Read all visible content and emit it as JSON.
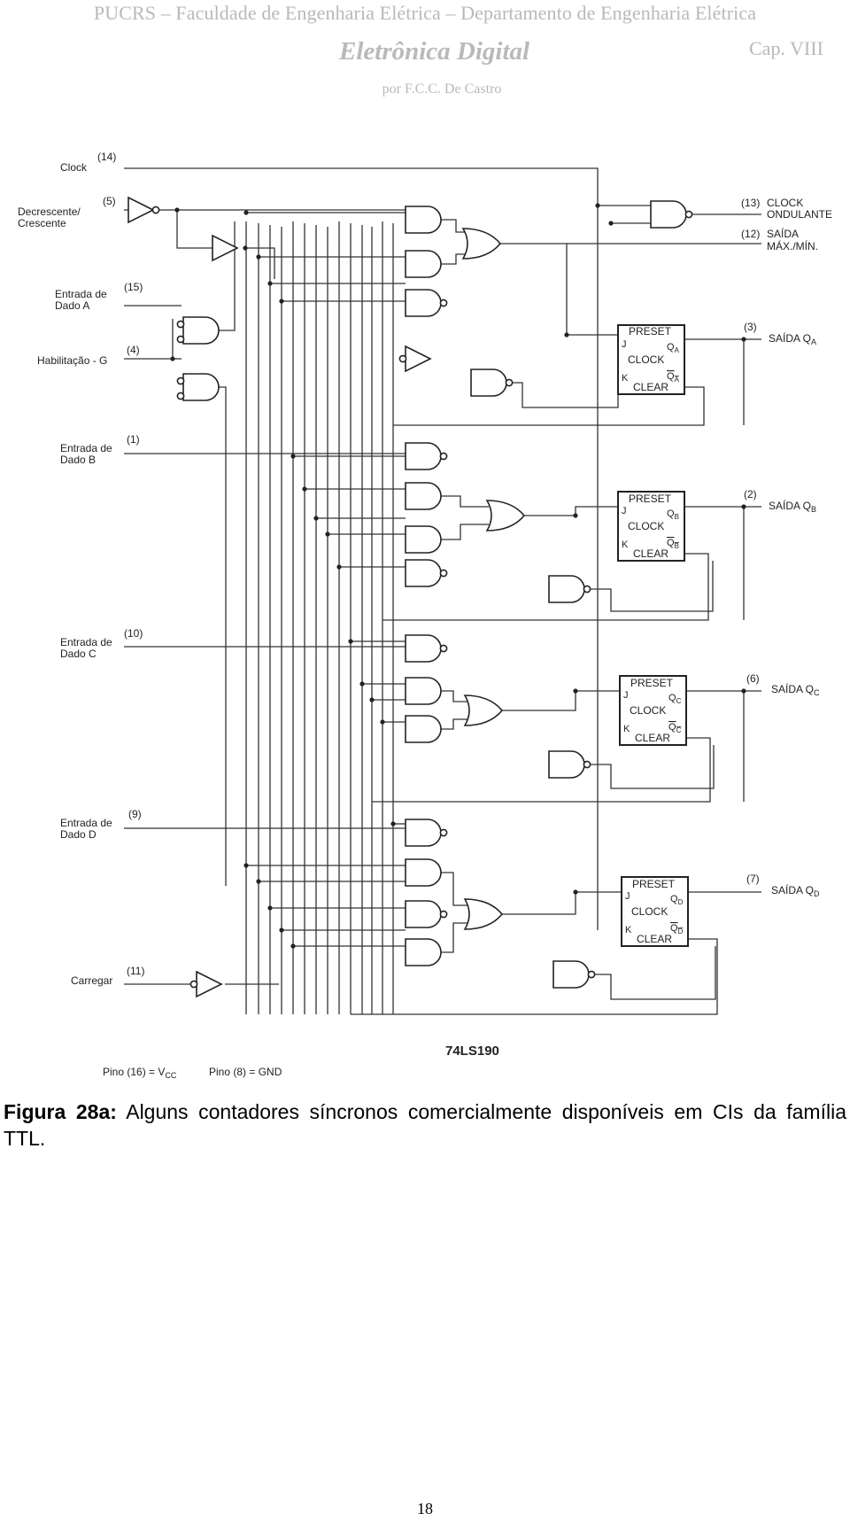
{
  "header": {
    "institution": "PUCRS – Faculdade de Engenharia Elétrica – Departamento de Engenharia Elétrica",
    "course": "Eletrônica Digital",
    "chapter": "Cap. VIII",
    "author": "por F.C.C. De Castro"
  },
  "schematic": {
    "chip": "74LS190",
    "power": {
      "vcc_label": "Pino (16) = V",
      "vcc_sub": "CC",
      "gnd_label": "Pino (8) = GND"
    },
    "inputs": {
      "clock": {
        "name": "Clock",
        "pin": "(14)"
      },
      "updown": {
        "name1": "Decrescente/",
        "name2": "Crescente",
        "pin": "(5)"
      },
      "data_a": {
        "name1": "Entrada de",
        "name2": "Dado A",
        "pin": "(15)"
      },
      "enable": {
        "name": "Habilitação - G",
        "pin": "(4)"
      },
      "data_b": {
        "name1": "Entrada de",
        "name2": "Dado B",
        "pin": "(1)"
      },
      "data_c": {
        "name1": "Entrada de",
        "name2": "Dado C",
        "pin": "(10)"
      },
      "data_d": {
        "name1": "Entrada de",
        "name2": "Dado D",
        "pin": "(9)"
      },
      "load": {
        "name": "Carregar",
        "pin": "(11)"
      }
    },
    "outputs": {
      "ripple": {
        "pin": "(13)",
        "name1": "CLOCK",
        "name2": "ONDULANTE"
      },
      "maxmin": {
        "pin": "(12)",
        "name1": "SAÍDA",
        "name2": "MÁX./MÍN."
      },
      "qa": {
        "pin": "(3)",
        "name": "SAÍDA Q",
        "sub": "A"
      },
      "qb": {
        "pin": "(2)",
        "name": "SAÍDA Q",
        "sub": "B"
      },
      "qc": {
        "pin": "(6)",
        "name": "SAÍDA Q",
        "sub": "C"
      },
      "qd": {
        "pin": "(7)",
        "name": "SAÍDA Q",
        "sub": "D"
      }
    },
    "flipflop": {
      "preset": "PRESET",
      "clock": "CLOCK",
      "clear": "CLEAR",
      "j": "J",
      "k": "K",
      "q": "Q"
    }
  },
  "caption": {
    "label": "Figura 28a:",
    "text": " Alguns contadores síncronos comercialmente disponíveis em CIs da família TTL."
  },
  "page_number": "18"
}
